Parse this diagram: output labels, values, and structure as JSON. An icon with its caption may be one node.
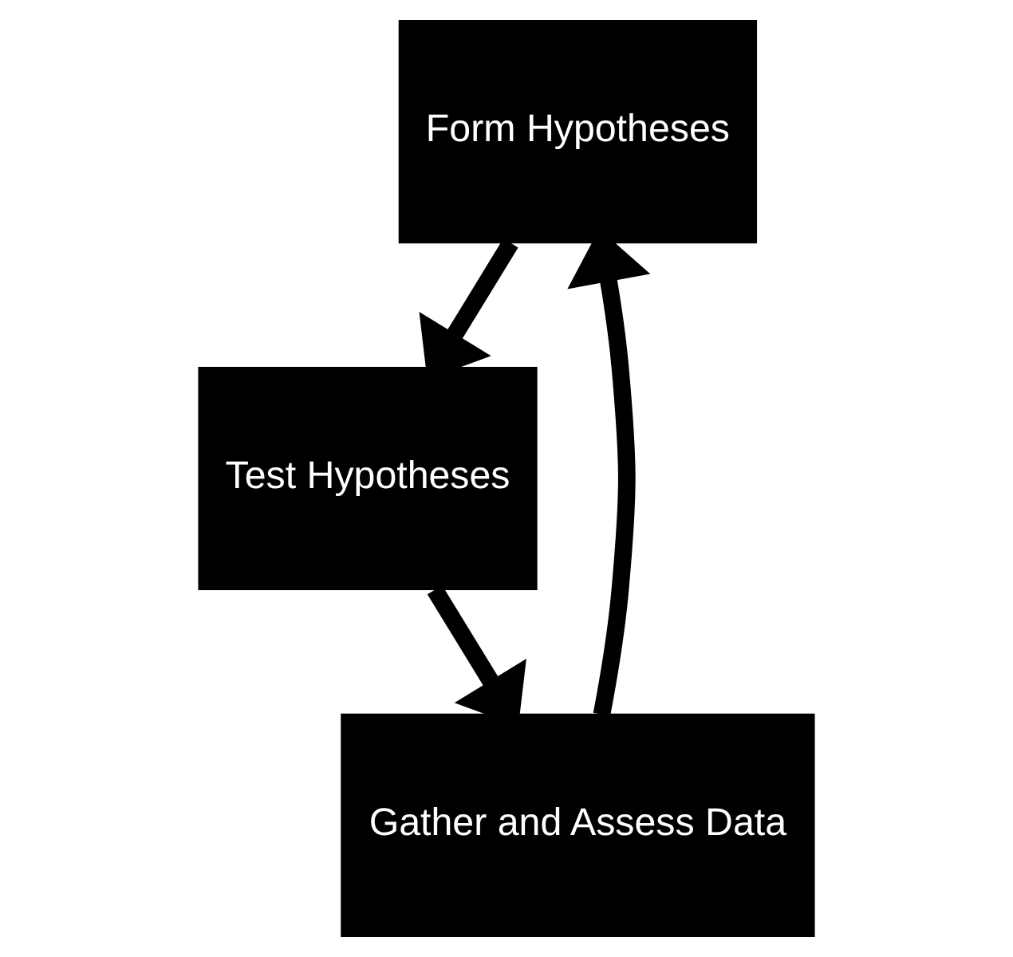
{
  "diagram": {
    "nodes": [
      {
        "text": [
          "Form Hypotheses"
        ]
      },
      {
        "text": [
          "Gather and Assess Data"
        ]
      },
      {
        "text": [
          "Test Hypotheses"
        ]
      }
    ],
    "edges": [
      {
        "from": 1,
        "to": 0,
        "arrow": "to"
      },
      {
        "from": 0,
        "to": 2,
        "arrow": "to"
      },
      {
        "from": 2,
        "to": 1,
        "arrow": "to"
      }
    ]
  }
}
